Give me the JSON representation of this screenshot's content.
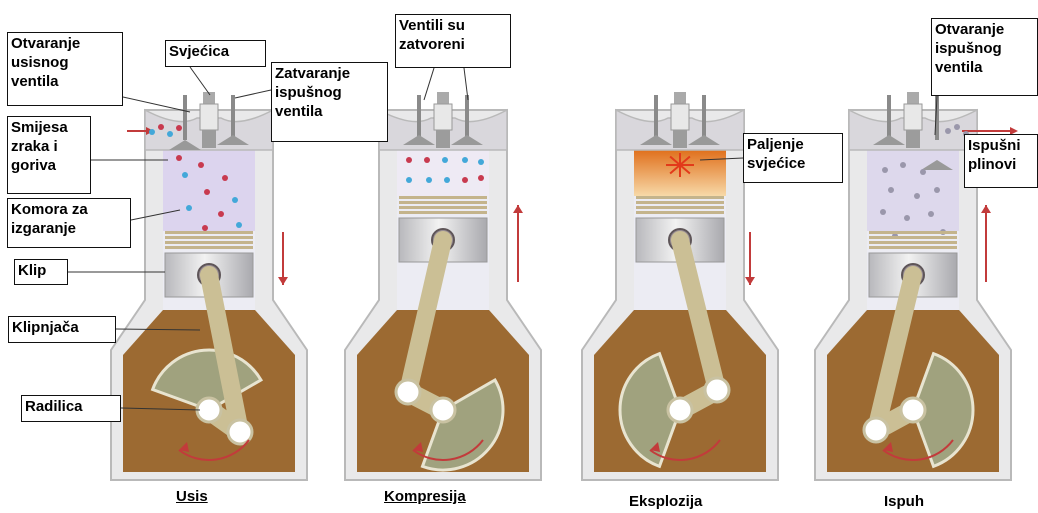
{
  "colors": {
    "outline": "#b9b9b9",
    "block_wall": "#e9e9ea",
    "crankcase_oil": "#9c6a32",
    "chamber_intake": "#dcd4ee",
    "chamber_compression": "#eeeaf4",
    "chamber_exhaust": "#ddd8ec",
    "flame": "#f08a2a",
    "piston": "#dcdcdc",
    "piston_rings": "#c4b48c",
    "rod": "#cbbf95",
    "crank_disc": "#a0a27e",
    "motion_arrow": "#c23b3b",
    "particle_blue": "#43a8d9",
    "particle_red": "#c83a4f",
    "particle_grey": "#9a97ab"
  },
  "labels": {
    "intake_valve_open": "Otvaranje\nusisnog\nventila",
    "spark_plug": "Svjećica",
    "exhaust_valve_close": "Zatvaranje\nispušnog\nventila",
    "air_fuel_mix": "Smijesa\nzraka i\ngoriva",
    "combustion_chamber": "Komora za\nizgaranje",
    "piston": "Klip",
    "connecting_rod": "Klipnjača",
    "crankshaft": "Radilica",
    "valves_closed": "Ventili su\nzatvoreni",
    "spark_ignition": "Paljenje\nsvjećice",
    "exhaust_valve_open": "Otvaranje\nispušnog\nventila",
    "exhaust_gases": "Ispušni\nplinovi"
  },
  "strokes": [
    {
      "name": "Usis",
      "underlined": true
    },
    {
      "name": "Kompresija",
      "underlined": true
    },
    {
      "name": "Eksplozija",
      "underlined": false
    },
    {
      "name": "Ispuh",
      "underlined": false
    }
  ],
  "piston_motion": [
    "down",
    "up",
    "down",
    "up"
  ]
}
